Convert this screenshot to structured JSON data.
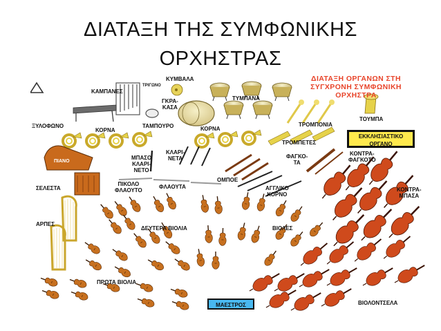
{
  "slide": {
    "title": "ΔΙΑΤΑΞΗ ΤΗΣ ΣΥΜΦΩΝΙΚΗΣ\nΟΡΧΗΣΤΡΑΣ"
  },
  "diagram": {
    "heading": "ΔΙΑΤΑΞΗ ΟΡΓΑΝΩΝ ΣΤΗ\nΣΥΓΧΡΟΝΗ ΣΥΜΦΩΝΙΚΗ\nΟΡΧΗΣΤΡΑ",
    "heading_color": "#e8442a",
    "labels": {
      "cymbals": "ΚΥΜΒΑΛΑ",
      "triangle": "ΤΡΙΓΩΝΟ",
      "bells": "ΚΑΜΠΑΝΕΣ",
      "timpani": "ΤΥΜΠΑΝΑ",
      "bass_drum": "ΓΚΡΑ-\nΚΑΣΑ",
      "xylophone": "ΞΥΛΟΦΩΝΟ",
      "tambourine": "ΤΑΜΠΟΥΡΟ",
      "horns_left": "ΚΟΡΝΑ",
      "horns_right": "ΚΟΡΝΑ",
      "trombones": "ΤΡΟΜΠΟΝΙΑ",
      "tuba": "ΤΟΥΜΠΑ",
      "trumpets": "ΤΡΟΜΠΕΤΕΣ",
      "bass_clarinet": "ΜΠΑΣΟ\nΚΛΑΡΙ-\nΝΕΤΟ",
      "clarinets": "ΚΛΑΡΙ-\nΝΕΤΑ",
      "bassoons": "ΦΑΓΚΟ-\nΤΑ",
      "contrabassoon": "ΚΟΝΤΡΑ-\nΦΑΓΚΟΤΟ",
      "piccolo": "ΠΙΚΟΛΟ\nΦΛΑΟΥΤΟ",
      "flutes": "ΦΛΑΟΥΤΑ",
      "oboes": "ΟΜΠΟΕ",
      "english_horn": "ΑΓΓΛΙΚΟ\nΚΟΡΝΟ",
      "celesta": "ΣΕΛΕΣΤΑ",
      "piano": "ΠΙΑΝΟ",
      "harps": "ΑΡΠΕΣ",
      "second_violins": "ΔΕΥΤΕΡΑ ΒΙΟΛΙΑ",
      "violas": "ΒΙΟΛΕΣ",
      "first_violins": "ΠΡΩΤΑ ΒΙΟΛΙΑ",
      "cellos": "ΒΙΟΛΟΝΤΣΕΛΑ",
      "double_basses": "ΚΟΝΤΡΑ-\nΜΠΑΣΑ",
      "organ": "ΕΚΚΛΗΣΙΑΣΤΙΚΟ\nΟΡΓΑΝΟ",
      "maestro": "ΜΑΕΣΤΡΟΣ"
    },
    "colors": {
      "organ_box": "#ffe94d",
      "maestro_box": "#48b8f0",
      "brass": "#e6d24a",
      "strings": "#c7701f",
      "basses": "#cf4a1c",
      "piano_celesta": "#c96a1c"
    }
  }
}
